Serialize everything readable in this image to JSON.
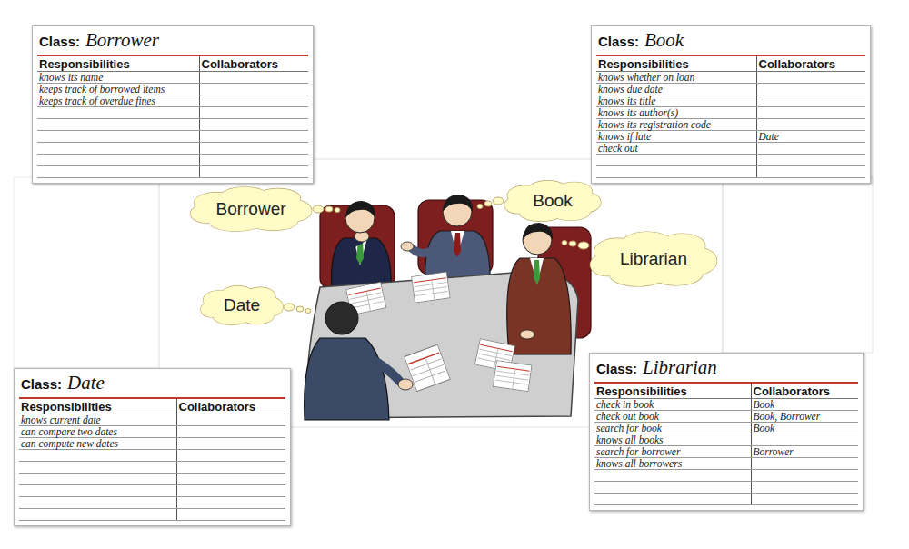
{
  "diagram": {
    "nodes": [
      {
        "text": [
          "Class:",
          "Borrower",
          "Responsibilities",
          "Collaborators",
          "knows its name",
          "keeps track of borrowed items",
          "keeps track of overdue fines"
        ]
      },
      {
        "text": [
          "Class:",
          "Book",
          "Responsibilities",
          "Collaborators",
          "knows whether on loan",
          "knows due date",
          "knows its title",
          "knows its author(s)",
          "knows its registration code",
          "knows if late",
          "Date",
          "check out"
        ]
      },
      {
        "text": [
          "Borrower"
        ]
      },
      {
        "text": [
          "Book"
        ]
      },
      {
        "text": [
          "Librarian"
        ]
      },
      {
        "text": [
          "Date"
        ]
      },
      {
        "text": [
          "Class:",
          "Date",
          "Responsibilities",
          "Collaborators",
          "knows current date",
          "can compare two dates",
          "can compute new dates"
        ]
      },
      {
        "text": [
          "Class:",
          "Librarian",
          "Responsibilities",
          "Collaborators",
          "check in book",
          "Book",
          "check out book",
          "Book, Borrower",
          "search for book",
          "Book",
          "knows all books",
          "search for borrower",
          "Borrower",
          "knows all borrowers"
        ]
      }
    ]
  }
}
